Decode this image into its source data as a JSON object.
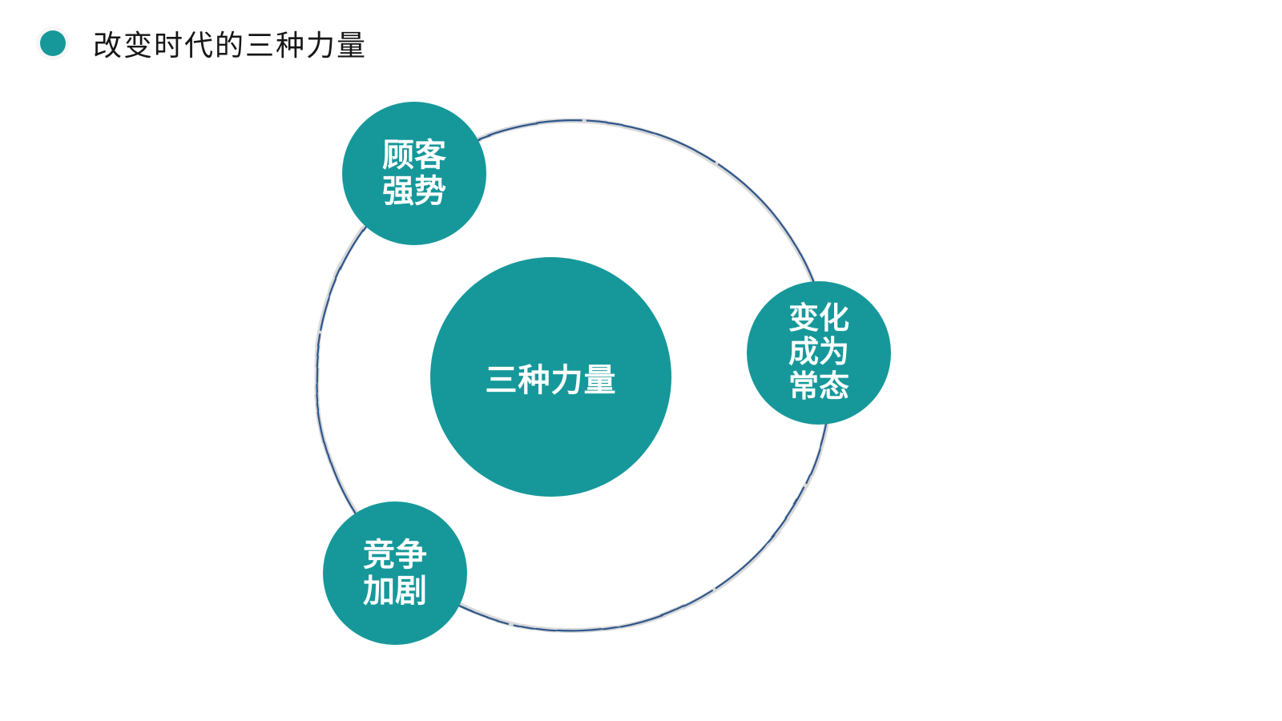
{
  "slide": {
    "title": "改变时代的三种力量"
  },
  "diagram": {
    "center": {
      "label": "三种力量"
    },
    "satellites": [
      {
        "id": "customer",
        "position": "top-left",
        "lines": [
          "顾客",
          "强势"
        ]
      },
      {
        "id": "change",
        "position": "right",
        "lines": [
          "变化",
          "成为",
          "常态"
        ]
      },
      {
        "id": "competition",
        "position": "bottom-left",
        "lines": [
          "竞争",
          "加剧"
        ]
      }
    ],
    "orbit": {
      "style": "sketchy-ring"
    }
  },
  "colors": {
    "teal": "#16989A",
    "orbit-navy": "#2d568c",
    "orbit-halo": "#d9d9d9",
    "title-text": "#161616",
    "circle-text": "#ffffff",
    "background": "#ffffff"
  }
}
